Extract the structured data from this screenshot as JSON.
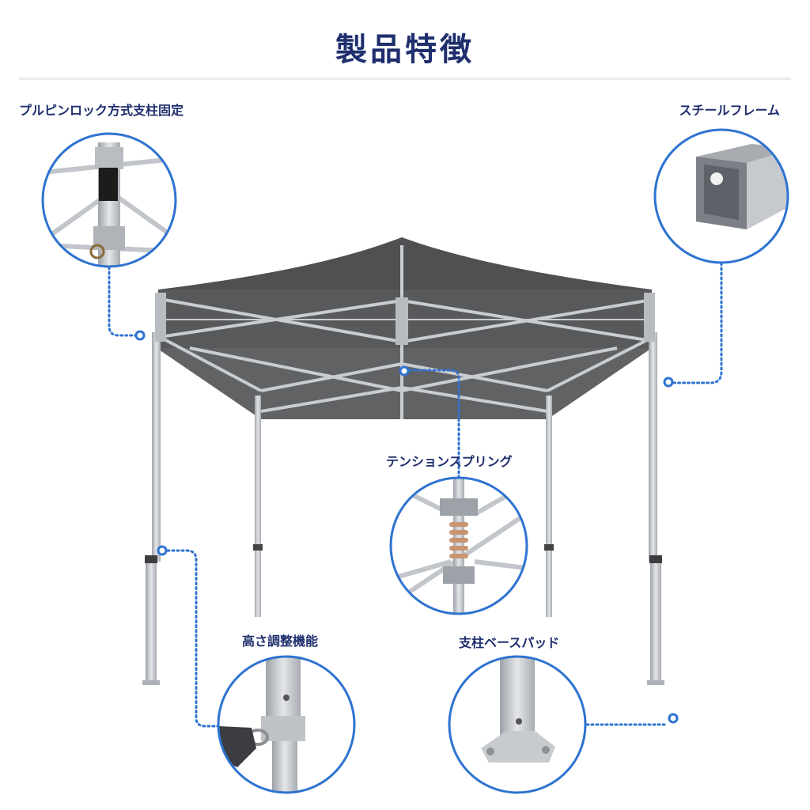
{
  "page": {
    "title": "製品特徴",
    "accent_color": "#2e73d0",
    "canopy_color": "#5a5b5d",
    "frame_color": "#c9ccd0"
  },
  "features": [
    {
      "key": "pull-pin-lock",
      "label": "プルピンロック方式支柱固定"
    },
    {
      "key": "steel-frame",
      "label": "スチールフレーム"
    },
    {
      "key": "tension-spring",
      "label": "テンションスプリング"
    },
    {
      "key": "height-adjust",
      "label": "高さ調整機能"
    },
    {
      "key": "base-pad",
      "label": "支柱ベースパッド"
    }
  ]
}
